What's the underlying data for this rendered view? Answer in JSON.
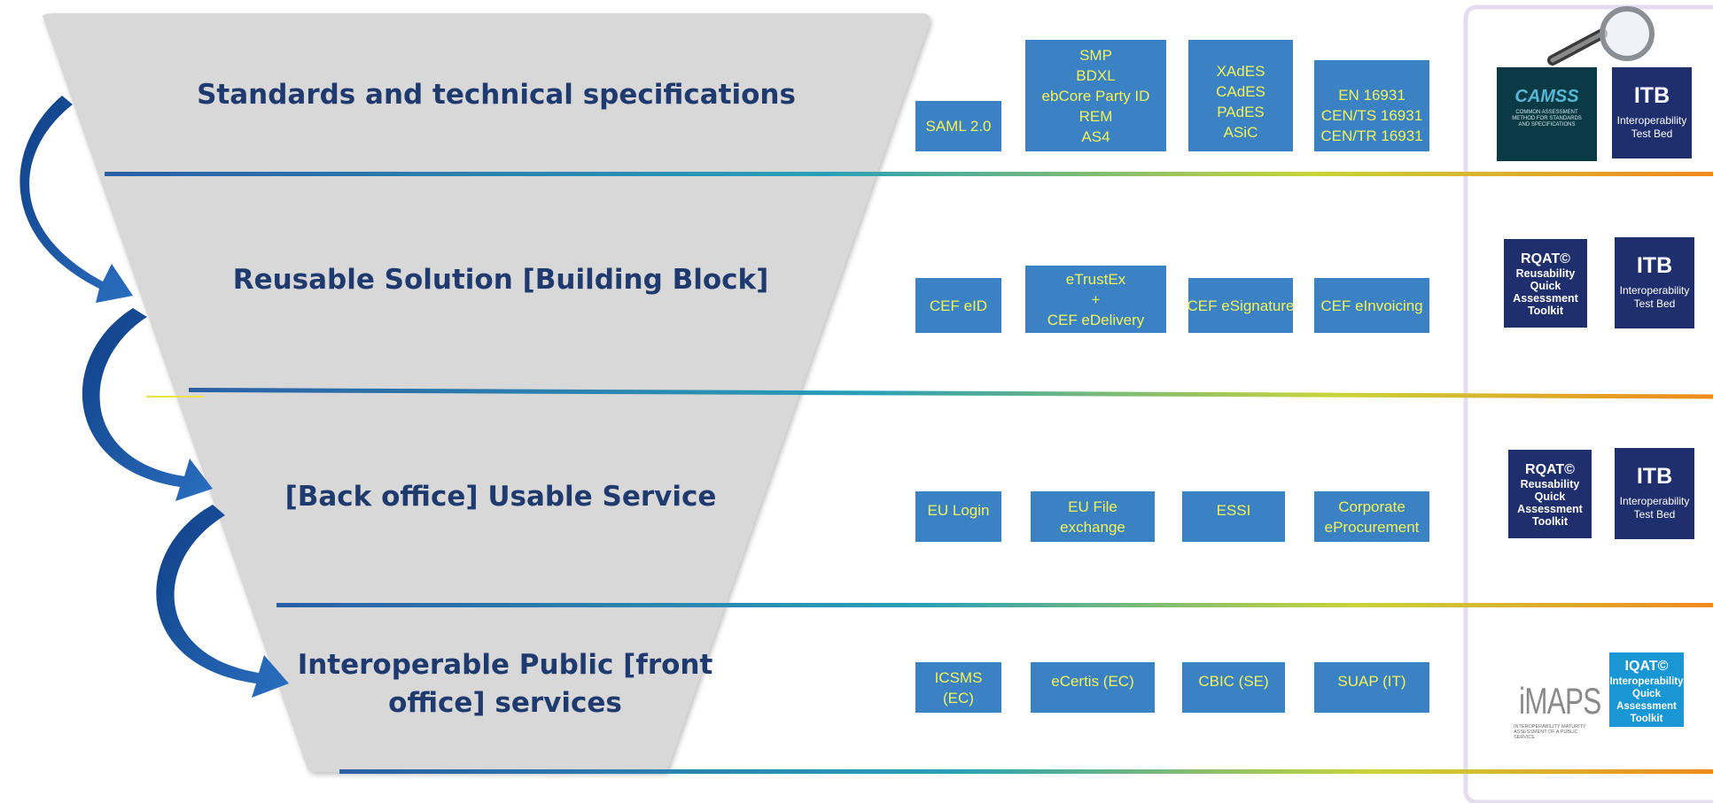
{
  "layers": [
    {
      "title": "Standards and technical specifications"
    },
    {
      "title": "Reusable Solution [Building Block]"
    },
    {
      "title": "[Back office] Usable Service"
    },
    {
      "title": "Interoperable Public [front office] services"
    }
  ],
  "rows": [
    [
      "SAML 2.0",
      "SMP\nBDXL\nebCore Party ID\nREM\nAS4",
      "XAdES\nCAdES\nPAdES\nASiC",
      "EN 16931\nCEN/TS 16931\nCEN/TR 16931"
    ],
    [
      "CEF eID",
      "eTrustEx\n+\nCEF eDelivery",
      "CEF eSignature",
      "CEF eInvoicing"
    ],
    [
      "EU Login",
      "EU File\nexchange",
      "ESSI",
      "Corporate\neProcurement"
    ],
    [
      "ICSMS\n(EC)",
      "eCertis (EC)",
      "CBIC (SE)",
      "SUAP (IT)"
    ]
  ],
  "tools": {
    "camss": {
      "title": "CAMSS",
      "subtitle": "COMMON ASSESSMENT METHOD FOR STANDARDS AND SPECIFICATIONS"
    },
    "itb": {
      "title": "ITB",
      "subtitle_1": "Interoperability",
      "subtitle_2": "Test Bed"
    },
    "rqat": {
      "title": "RQAT©",
      "line1": "Reusability",
      "line2": "Quick",
      "line3": "Assessment",
      "line4": "Toolkit"
    },
    "imaps": {
      "title": "iMAPS",
      "subtitle": "INTEROPERABILITY MATURITY ASSESSMENT OF A PUBLIC SERVICE"
    },
    "iqat": {
      "title": "IQAT©",
      "line1": "Interoperability",
      "line2": "Quick",
      "line3": "Assessment",
      "line4": "Toolkit"
    }
  },
  "colors": {
    "funnel": "#d8d8d8",
    "title": "#1f3a6e",
    "box_fill": "#3a82c4",
    "box_text": "#f2f25a",
    "arrow": "#1d5aa6",
    "itb_badge": "#1f2f6e",
    "iqat_badge": "#1997d4"
  }
}
